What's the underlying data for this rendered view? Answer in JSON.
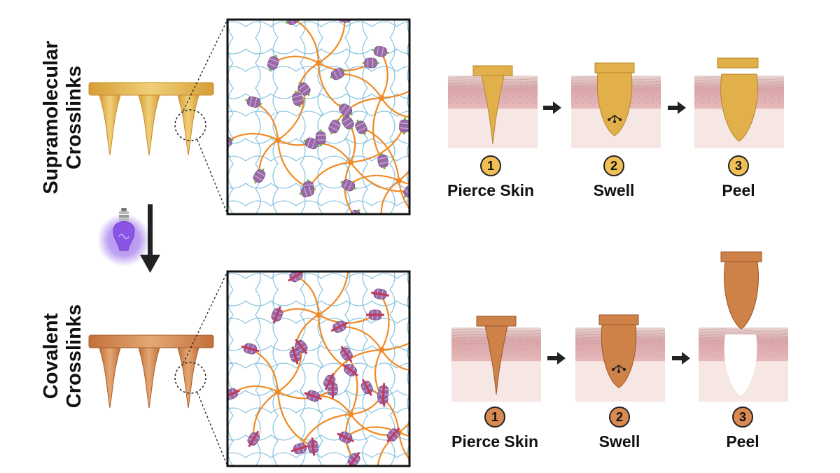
{
  "rows": [
    {
      "label_lines": [
        "Supramolecular",
        "Crosslinks"
      ],
      "steps": [
        {
          "number": "1",
          "label": "Pierce Skin"
        },
        {
          "number": "2",
          "label": "Swell"
        },
        {
          "number": "3",
          "label": "Peel"
        }
      ]
    },
    {
      "label_lines": [
        "Covalent",
        "Crosslinks"
      ],
      "steps": [
        {
          "number": "1",
          "label": "Pierce Skin"
        },
        {
          "number": "2",
          "label": "Swell"
        },
        {
          "number": "3",
          "label": "Peel"
        }
      ]
    }
  ],
  "colors": {
    "supra_fill": "#e2b04a",
    "supra_light": "#f0cf7a",
    "covalent_fill": "#cf8248",
    "covalent_light": "#e4a874",
    "polymer": "#f08a24",
    "network_line": "#6fb6d8",
    "crosslink": "#9a6aa8",
    "skin_pink": "#e6b9bb",
    "skin_light": "#f5e4e1",
    "uv_glow": "#8a55e6"
  },
  "icons": [
    "light-bulb-icon",
    "down-arrow-icon",
    "right-arrow-icon"
  ]
}
